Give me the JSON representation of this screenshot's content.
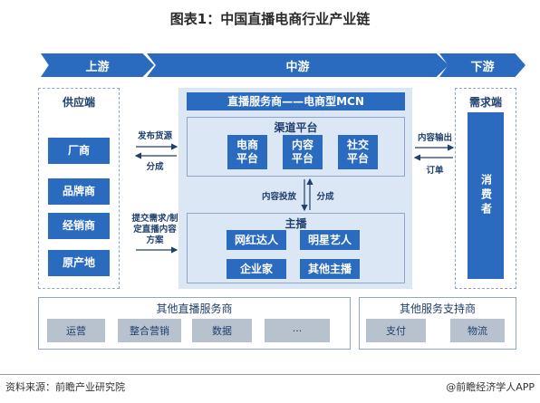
{
  "title": "图表1：中国直播电商行业产业链",
  "stages": {
    "upstream": "上游",
    "midstream": "中游",
    "downstream": "下游"
  },
  "supply": {
    "title": "供应端",
    "items": [
      "厂商",
      "品牌商",
      "经销商",
      "原产地"
    ]
  },
  "flows": {
    "supply_top_right": "发布货源",
    "supply_top_left": "分成",
    "supply_bottom": "提交需求/制定直播内容方案",
    "demand_top_right": "内容输出",
    "demand_top_left": "订单",
    "channel_down": "内容投放",
    "channel_up": "分成"
  },
  "midstream": {
    "header": "直播服务商——电商型MCN",
    "channel": {
      "title": "渠道平台",
      "items": [
        "电商平台",
        "内容平台",
        "社交平台"
      ]
    },
    "anchor": {
      "title": "主播",
      "items": [
        "网红达人",
        "明星艺人",
        "企业家",
        "其他主播"
      ]
    }
  },
  "demand": {
    "title": "需求端",
    "consumer": "消费者"
  },
  "other_services": {
    "title": "其他直播服务商",
    "items": [
      "运营",
      "整合营销",
      "数据",
      "···"
    ]
  },
  "support_services": {
    "title": "其他服务支持商",
    "items": [
      "支付",
      "物流"
    ]
  },
  "footer": {
    "source": "资料来源：前瞻产业研究院",
    "brand": "@前瞻经济学人APP"
  },
  "colors": {
    "primary": "#2a6bc0",
    "light_panel": "#dbe7f5",
    "grey": "#b8c2ce"
  }
}
